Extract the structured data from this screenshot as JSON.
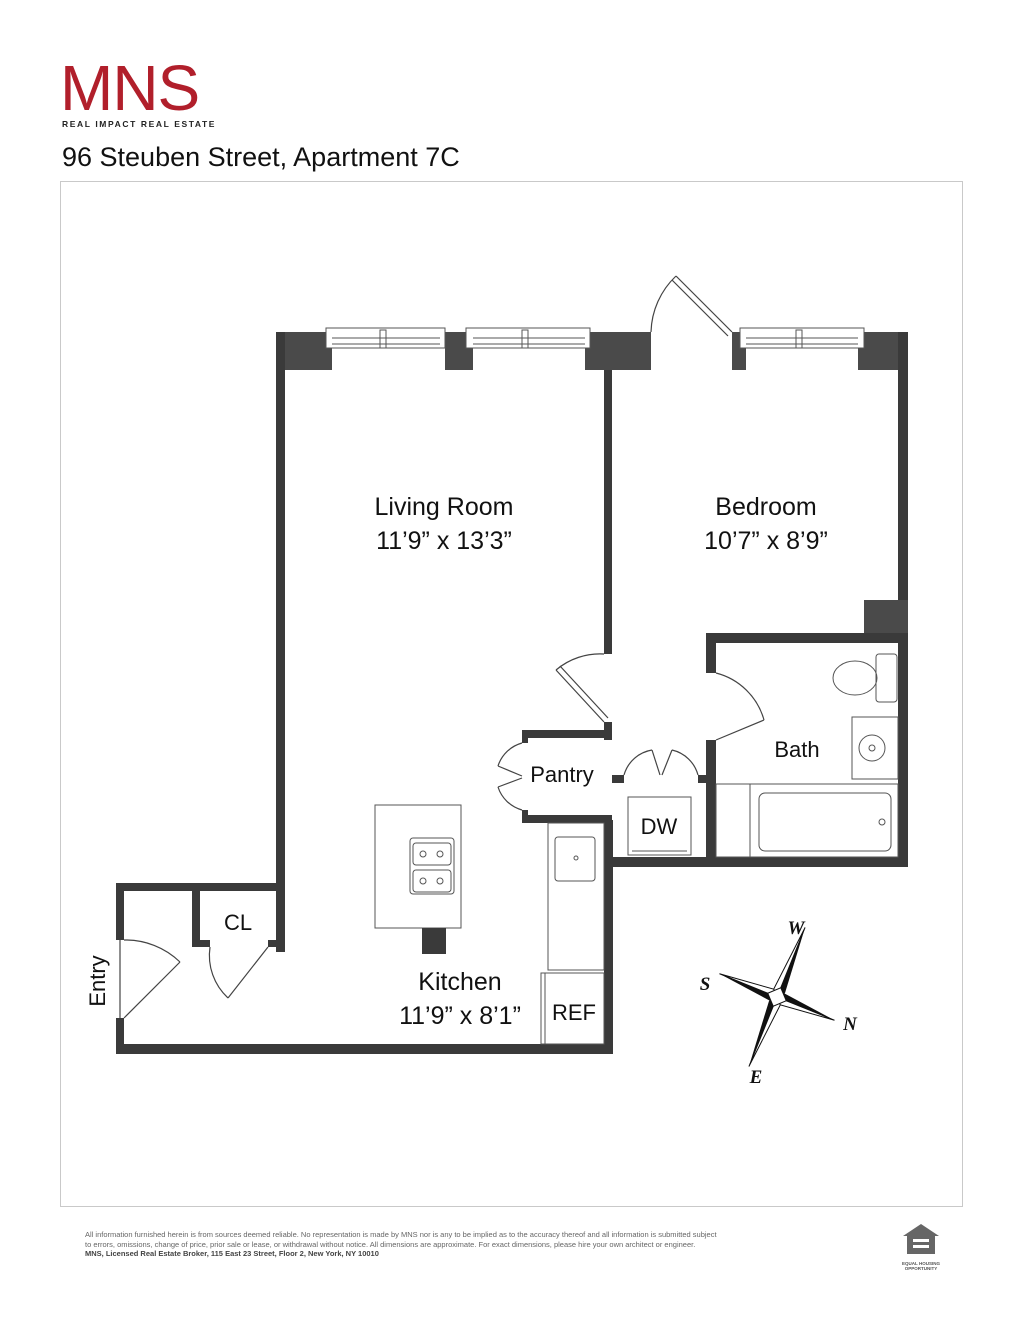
{
  "brand": {
    "name": "MNS",
    "tagline": "REAL IMPACT REAL ESTATE",
    "accent_color": "#b11f2b"
  },
  "listing": {
    "address": "96 Steuben Street, Apartment 7C"
  },
  "rooms": {
    "living_room": {
      "name": "Living Room",
      "dimensions": "11’9” x 13’3”"
    },
    "bedroom": {
      "name": "Bedroom",
      "dimensions": "10’7” x 8’9”"
    },
    "kitchen": {
      "name": "Kitchen",
      "dimensions": "11’9” x 8’1”"
    },
    "bath": {
      "name": "Bath"
    },
    "pantry": {
      "name": "Pantry"
    },
    "closet": {
      "name": "CL"
    },
    "entry": {
      "name": "Entry"
    },
    "dishwasher": {
      "name": "DW"
    },
    "refrigerator": {
      "name": "REF"
    }
  },
  "compass": {
    "west": "W",
    "south": "S",
    "north": "N",
    "east": "E"
  },
  "footer": {
    "disclaimer_line1": "All information furnished herein is from sources deemed reliable. No representation is made by MNS nor is any to be implied as to the accuracy thereof and all information is submitted subject",
    "disclaimer_line2": "to errors, omissions, change of price, prior sale or lease, or withdrawal without notice. All dimensions are approximate. For exact dimensions, please hire your own architect or engineer.",
    "broker_line": "MNS, Licensed Real Estate Broker, 115 East 23 Street, Floor 2, New York, NY 10010",
    "equal_housing_label": "EQUAL HOUSING OPPORTUNITY",
    "equal_housing_icon": "equal-housing-house-icon"
  },
  "colors": {
    "wall": "#3a3a3a",
    "wall_block": "#4a4a4a",
    "fixture_stroke": "#555555"
  }
}
